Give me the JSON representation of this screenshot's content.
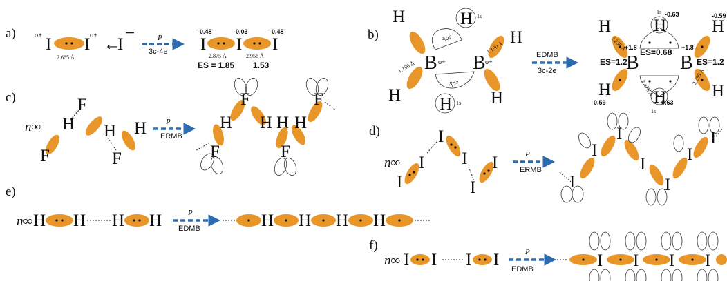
{
  "panels": {
    "a": {
      "label": "a)",
      "reactant_atom": "I",
      "reactant_charge": "σ+",
      "reactant_bond_length": "2.665 Å",
      "anion": "I",
      "anion_charge": "−",
      "reaction_arrow": "←",
      "arrow_top": "P",
      "arrow_bottom": "3c-4e",
      "product_atom": "I",
      "charges": [
        "-0.48",
        "-0.03",
        "-0.48"
      ],
      "bond_lengths": [
        "2.875 Å",
        "2.956 Å"
      ],
      "es_values": [
        "ES = 1.85",
        "1.53"
      ]
    },
    "b": {
      "label": "b)",
      "atom_h": "H",
      "atom_b": "B",
      "b_charge": "σ+",
      "bond_length": "1.190 Å",
      "hybrid": "sp³",
      "orbital_1s": "1s",
      "arrow_top": "EDMB",
      "arrow_bottom": "3c-2e",
      "charges_terminal": [
        "-0.59",
        "-0.59"
      ],
      "charges_b": [
        "+1.8",
        "+1.8"
      ],
      "charges_bridge": [
        "-0.63",
        "-0.63"
      ],
      "bond_lengths_product": [
        "2.238 Å",
        "2.478 Å",
        "2.238 Å"
      ],
      "es_values": [
        "ES=1.2",
        "ES=0.68",
        "ES=1.2"
      ]
    },
    "c": {
      "label": "c)",
      "n_inf": "n∞",
      "atom_h": "H",
      "atom_f": "F",
      "arrow_top": "P",
      "arrow_bottom": "ERMB"
    },
    "d": {
      "label": "d)",
      "n_inf": "n∞",
      "atom_i": "I",
      "arrow_top": "P",
      "arrow_bottom": "ERMB"
    },
    "e": {
      "label": "e)",
      "n_inf": "n∞",
      "atom_h": "H",
      "arrow_top": "P",
      "arrow_bottom": "EDMB"
    },
    "f": {
      "label": "f)",
      "n_inf": "n∞",
      "atom_i": "I",
      "arrow_top": "P",
      "arrow_bottom": "EDMB"
    }
  },
  "colors": {
    "lobe": "#e8962a",
    "arrow": "#2b6cb0"
  }
}
